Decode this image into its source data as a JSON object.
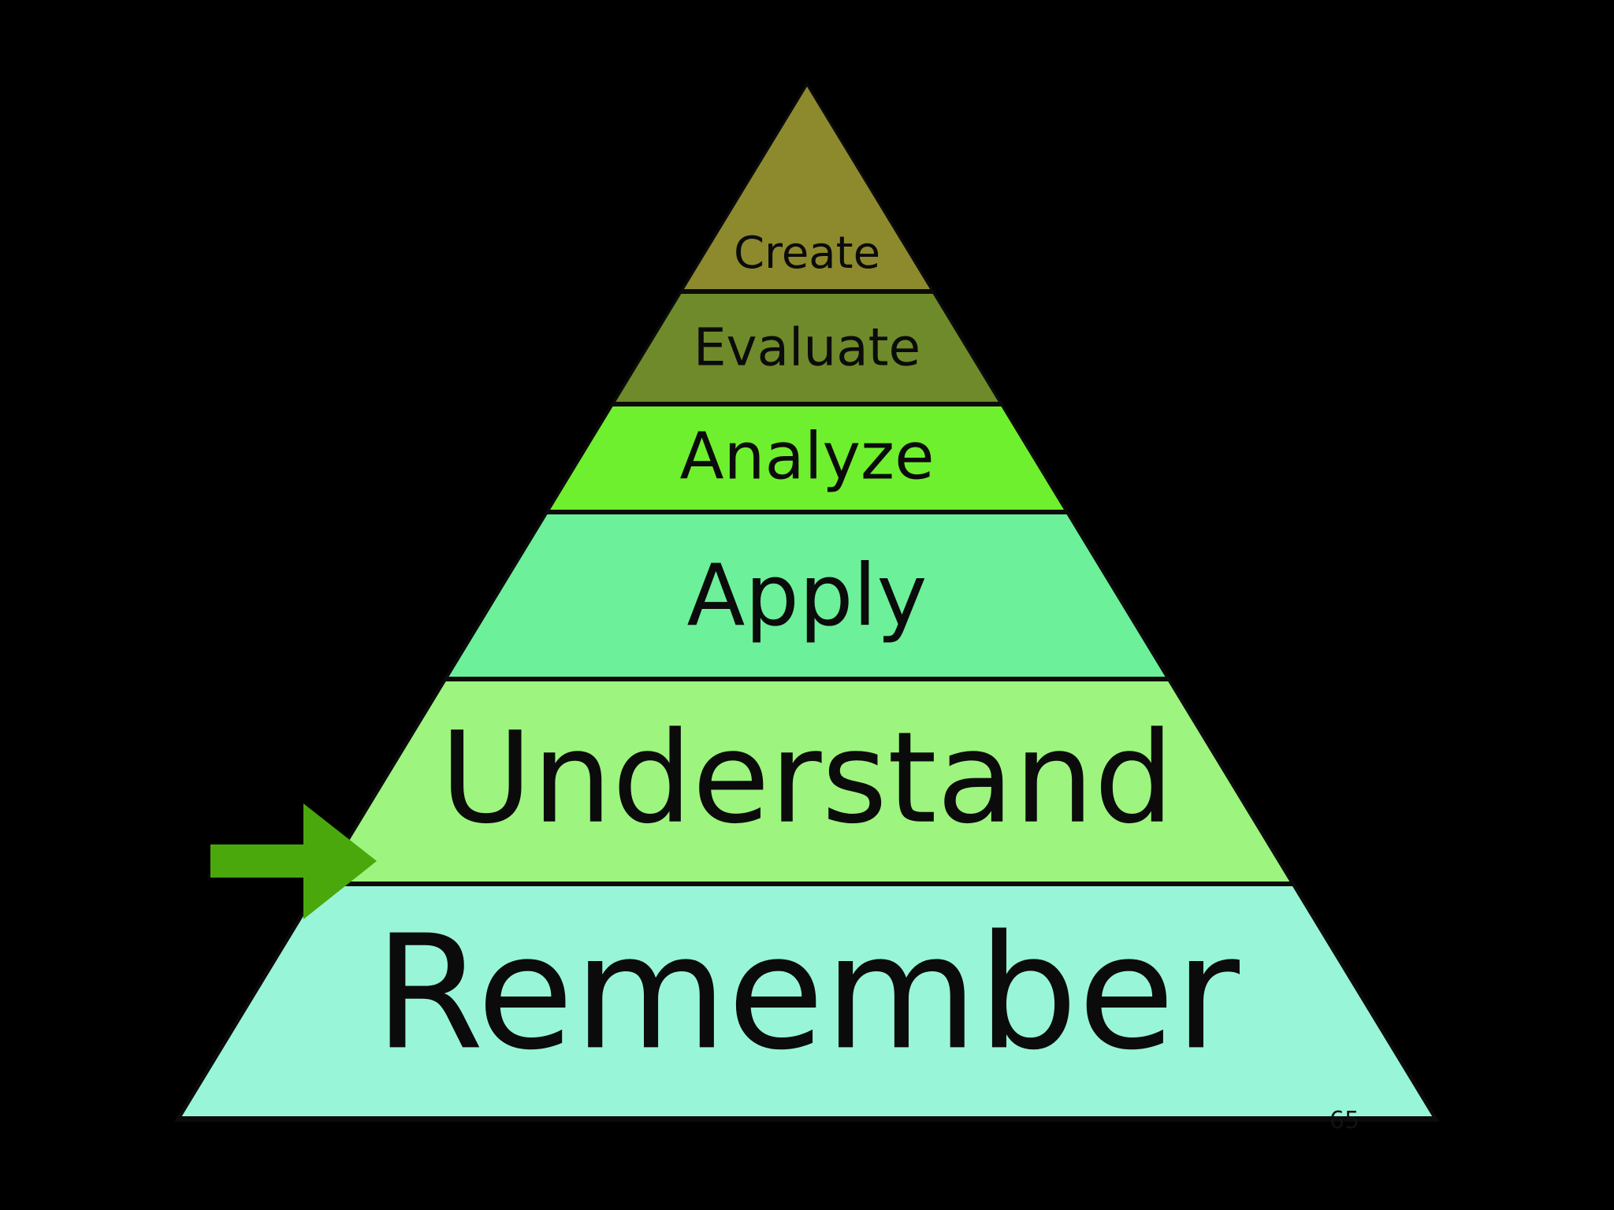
{
  "pyramid": {
    "levels": [
      {
        "label": "Create",
        "color": "#8d8a2e"
      },
      {
        "label": "Evaluate",
        "color": "#6f8a2a"
      },
      {
        "label": "Analyze",
        "color": "#6ff02e"
      },
      {
        "label": "Apply",
        "color": "#6cf09a"
      },
      {
        "label": "Understand",
        "color": "#9df47e"
      },
      {
        "label": "Remember",
        "color": "#98f5d8"
      }
    ],
    "outline_color": "#0b0b0b",
    "highlighted_level": "Understand"
  },
  "arrow": {
    "color": "#4aa80d",
    "points_at": "Understand / Remember boundary"
  },
  "slide_number": "65"
}
